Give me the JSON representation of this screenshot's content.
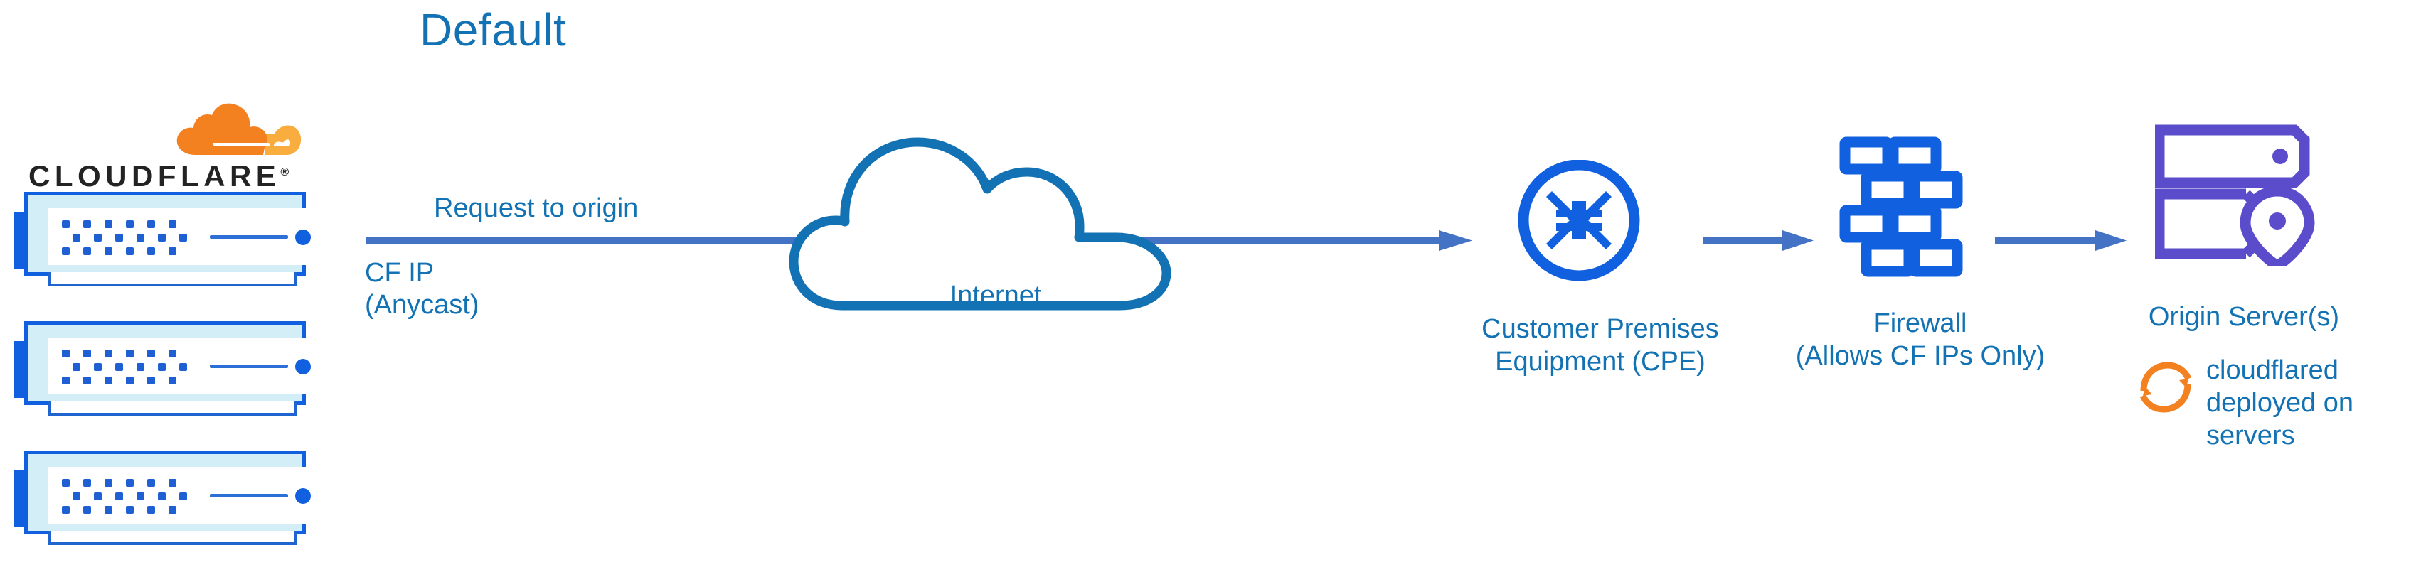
{
  "diagram": {
    "title": "Default",
    "type": "network-traffic-flow",
    "colors": {
      "heading_blue": "#1272b3",
      "label_blue": "#1272b3",
      "icon_blue": "#1160e0",
      "cloud_outline_blue": "#1272b3",
      "arrow_blue": "#4472c4",
      "origin_purple": "#5b4ccb",
      "cloudflare_orange": "#f48120",
      "cloudflare_orange_light": "#faad3f",
      "wordmark_black": "#232323",
      "rack_inner": "#d3eef6",
      "background": "#ffffff"
    }
  },
  "brand": {
    "logo_icon_name": "cloudflare-cloud-logo",
    "wordmark": "CLOUDFLARE",
    "registered_mark": "®"
  },
  "racks": {
    "icon_name": "server-rack-icon",
    "count": 3,
    "items": [
      {
        "id": "rack-1"
      },
      {
        "id": "rack-2"
      },
      {
        "id": "rack-3"
      }
    ]
  },
  "flow": {
    "request_label": "Request to origin",
    "cf_ip_label_line1": "CF IP",
    "cf_ip_label_line2": "(Anycast)",
    "arrows": [
      {
        "id": "arrow-cf-to-cpe",
        "from": "cloudflare-edge",
        "to": "customer-premises-equipment"
      },
      {
        "id": "arrow-cpe-to-firewall",
        "from": "customer-premises-equipment",
        "to": "firewall"
      },
      {
        "id": "arrow-firewall-to-origin",
        "from": "firewall",
        "to": "origin-server"
      }
    ]
  },
  "nodes": {
    "internet": {
      "label": "Internet",
      "icon_name": "cloud-outline-icon"
    },
    "cpe": {
      "label_line1": "Customer Premises",
      "label_line2": "Equipment (CPE)",
      "icon_name": "router-converge-arrows-icon"
    },
    "firewall": {
      "label_line1": "Firewall",
      "label_line2": "(Allows CF IPs Only)",
      "icon_name": "brick-wall-firewall-icon"
    },
    "origin": {
      "label": "Origin Server(s)",
      "icon_name": "server-location-pin-icon"
    }
  },
  "cloudflared": {
    "icon_name": "sync-arrows-icon",
    "text_line1": "cloudflared",
    "text_line2": "deployed on",
    "text_line3": "servers"
  }
}
